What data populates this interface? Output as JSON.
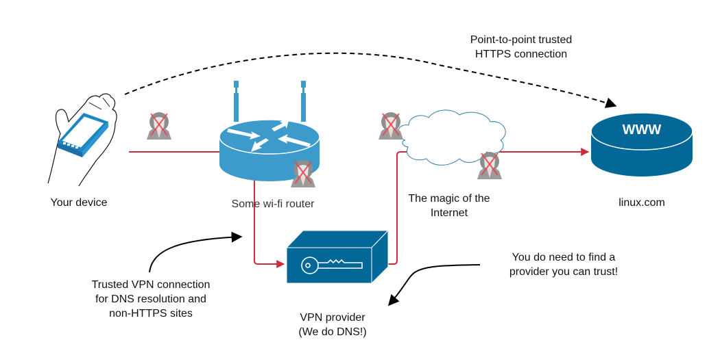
{
  "diagram": {
    "title": "VPN and HTTPS trust diagram",
    "colors": {
      "primary_blue": "#036897",
      "router_blue": "#3d9bcb",
      "link_red": "#cc2c3b",
      "arrow_black": "#000000",
      "attacker_gray": "#9a9a9a",
      "cloud_stroke": "#2e7fa5"
    },
    "nodes": {
      "device": {
        "label": "Your device",
        "icon": "hand-holding-phone-icon"
      },
      "router": {
        "label": "Some wi-fi router",
        "icon": "wifi-router-icon"
      },
      "internet": {
        "label_line1": "The magic of the",
        "label_line2": "Internet",
        "icon": "cloud-icon"
      },
      "server": {
        "label": "linux.com",
        "badge": "WWW",
        "icon": "www-server-icon"
      },
      "vpn": {
        "label_line1": "VPN provider",
        "label_line2": "(We do DNS!)",
        "icon": "key-box-icon"
      }
    },
    "annotations": {
      "https": {
        "line1": "Point-to-point trusted",
        "line2": "HTTPS connection"
      },
      "vpn_connection": {
        "line1": "Trusted VPN connection",
        "line2": "for DNS resolution and",
        "line3": "non-HTTPS sites"
      },
      "trust_note": {
        "line1": "You do need to find a",
        "line2": "provider you can trust!"
      }
    },
    "attackers": [
      {
        "location": "between-device-and-router",
        "status": "blocked"
      },
      {
        "location": "at-router",
        "status": "blocked"
      },
      {
        "location": "before-internet",
        "status": "blocked"
      },
      {
        "location": "in-internet",
        "status": "blocked"
      }
    ]
  }
}
